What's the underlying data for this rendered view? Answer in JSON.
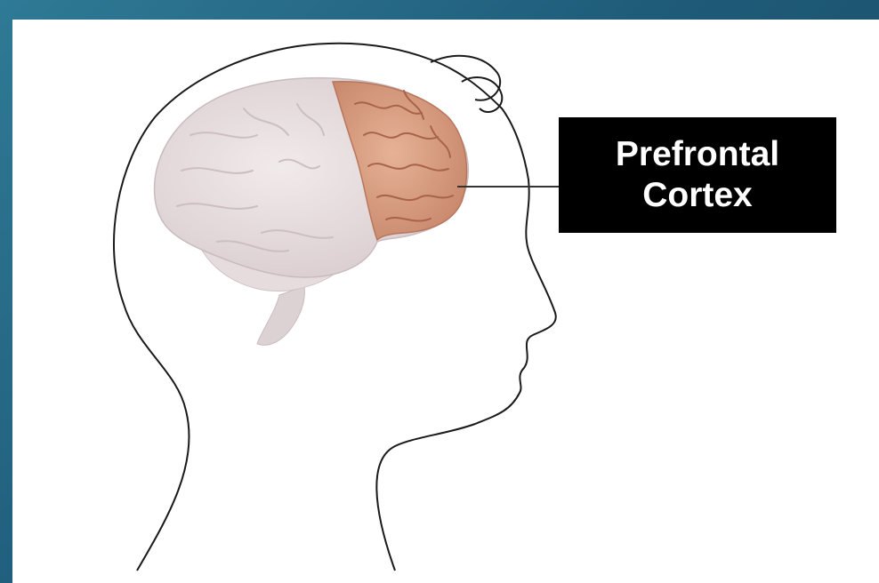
{
  "diagram": {
    "label_lines": [
      "Prefrontal",
      "Cortex"
    ],
    "colors": {
      "background_accent": "#1f5c7a",
      "prefrontal_region": "#d9a083",
      "brain_region": "#e8dfe0",
      "label_background": "#000000",
      "label_text": "#ffffff"
    },
    "icons": [
      "head-silhouette",
      "brain-illustration"
    ]
  }
}
